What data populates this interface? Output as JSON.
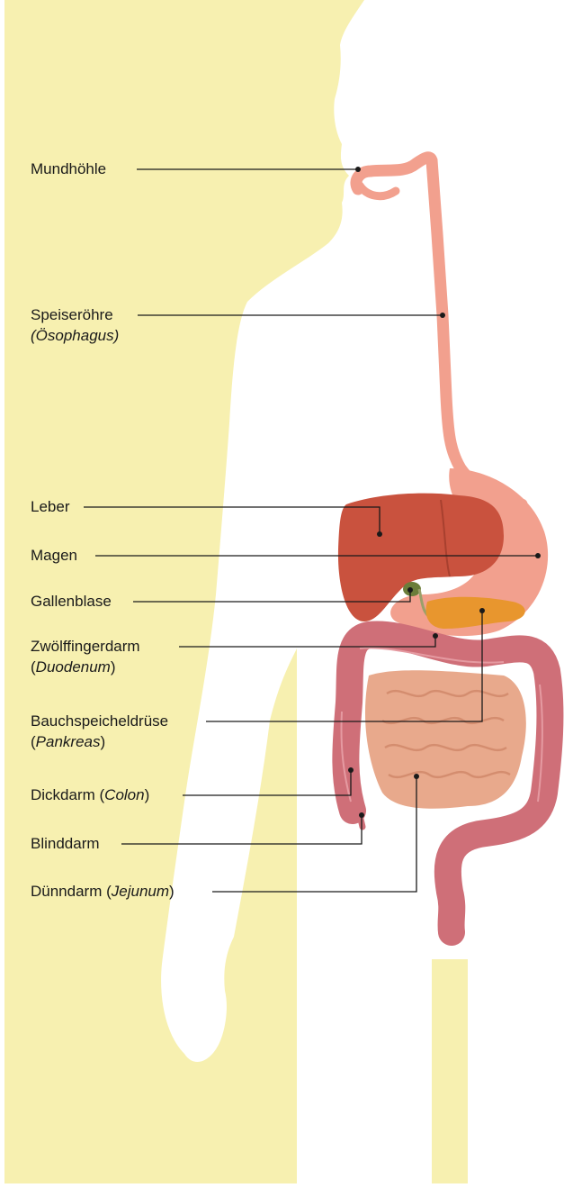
{
  "labels": {
    "mouth": "Mundhöhle",
    "esophagus": "Speiseröhre",
    "esophagus_latin": "(Ösophagus)",
    "liver": "Leber",
    "stomach": "Magen",
    "gallbladder": "Gallenblase",
    "duodenum": "Zwölffingerdarm",
    "duodenum_latin_open": "(",
    "duodenum_latin": "Duodenum",
    "duodenum_latin_close": ")",
    "pancreas": "Bauchspeicheldrüse",
    "pancreas_latin_open": "(",
    "pancreas_latin": "Pankreas",
    "pancreas_latin_close": ")",
    "colon": "Dickdarm (",
    "colon_latin": "Colon",
    "colon_close": ")",
    "appendix": "Blinddarm",
    "jejunum": "Dünndarm (",
    "jejunum_latin": "Jejunum",
    "jejunum_close": ")"
  },
  "colors": {
    "body_background": "#f7f0b0",
    "silhouette": "#ffffff",
    "esophagus": "#f2a08e",
    "liver": "#c9523e",
    "gallbladder": "#6b7d3a",
    "pancreas": "#e8962e",
    "large_intestine": "#cf6f78",
    "small_intestine": "#e8a98c",
    "leader_line": "#1a1a1a"
  }
}
